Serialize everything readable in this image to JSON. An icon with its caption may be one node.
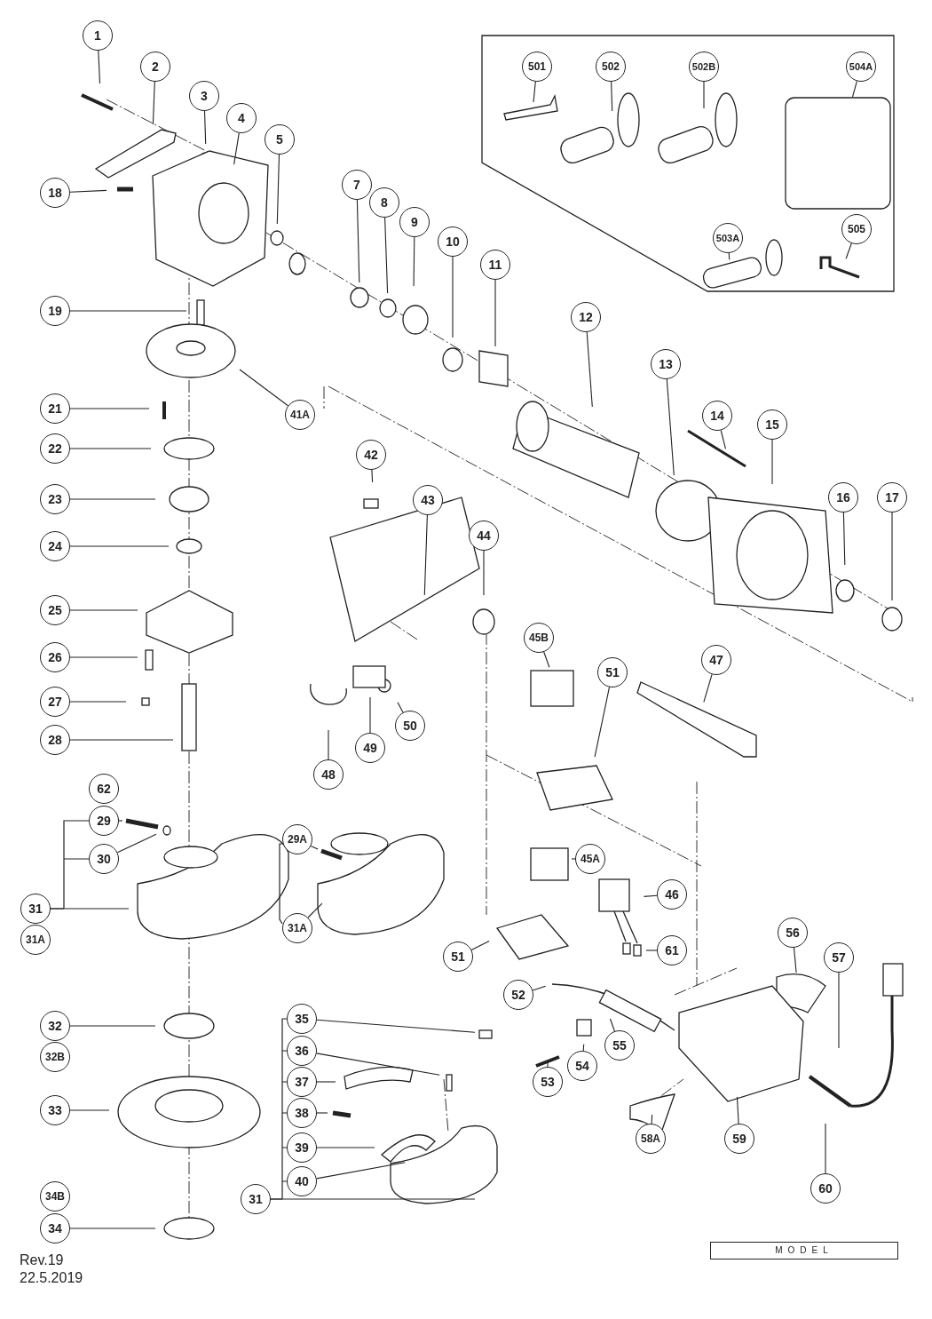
{
  "diagram": {
    "nodes": [
      {
        "text": [],
        "shape": "box"
      },
      {
        "text": [
          "1"
        ]
      },
      {
        "text": [
          "501"
        ],
        "in": 0
      },
      {
        "text": [
          "502"
        ],
        "in": 0
      },
      {
        "text": [
          "502B"
        ],
        "in": 0
      },
      {
        "text": [
          "504A"
        ],
        "in": 0
      },
      {
        "text": [
          "2"
        ]
      },
      {
        "text": [
          "3"
        ]
      },
      {
        "text": [
          "4"
        ]
      },
      {
        "text": [
          "5"
        ]
      },
      {
        "text": [
          "7"
        ]
      },
      {
        "text": [
          "18"
        ]
      },
      {
        "text": [
          "503A"
        ],
        "in": 0
      },
      {
        "text": [
          "505"
        ],
        "in": 0
      },
      {
        "text": [
          "8"
        ]
      },
      {
        "text": [
          "9"
        ]
      },
      {
        "text": [
          "10"
        ]
      },
      {
        "text": [
          "11"
        ]
      },
      {
        "text": [
          "19"
        ]
      },
      {
        "text": [
          "12"
        ]
      },
      {
        "text": [
          "13"
        ]
      },
      {
        "text": [
          "21"
        ]
      },
      {
        "text": [
          "41A"
        ]
      },
      {
        "text": [
          "14"
        ]
      },
      {
        "text": [
          "15"
        ]
      },
      {
        "text": [
          "22"
        ]
      },
      {
        "text": [
          "42"
        ]
      },
      {
        "text": [
          "23"
        ]
      },
      {
        "text": [
          "16"
        ]
      },
      {
        "text": [
          "17"
        ]
      },
      {
        "text": [
          "43"
        ]
      },
      {
        "text": [
          "44"
        ]
      },
      {
        "text": [
          "24"
        ]
      },
      {
        "text": [
          "25"
        ]
      },
      {
        "text": [
          "45B"
        ]
      },
      {
        "text": [
          "26"
        ]
      },
      {
        "text": [
          "47"
        ]
      },
      {
        "text": [
          "51"
        ]
      },
      {
        "text": [
          "27"
        ]
      },
      {
        "text": [
          "50"
        ]
      },
      {
        "text": [
          "28"
        ]
      },
      {
        "text": [
          "49"
        ]
      },
      {
        "text": [
          "48"
        ]
      },
      {
        "text": [
          "62"
        ]
      },
      {
        "text": [
          "29"
        ]
      },
      {
        "text": [
          "29A"
        ]
      },
      {
        "text": [
          "30"
        ]
      },
      {
        "text": [
          "45A"
        ]
      },
      {
        "text": [
          "46"
        ]
      },
      {
        "text": [
          "31"
        ]
      },
      {
        "text": [
          "31A"
        ]
      },
      {
        "text": [
          "56"
        ]
      },
      {
        "text": [
          "31A"
        ]
      },
      {
        "text": [
          "61"
        ]
      },
      {
        "text": [
          "51"
        ]
      },
      {
        "text": [
          "57"
        ]
      },
      {
        "text": [
          "52"
        ]
      },
      {
        "text": [
          "35"
        ]
      },
      {
        "text": [
          "32"
        ]
      },
      {
        "text": [
          "55"
        ]
      },
      {
        "text": [
          "36"
        ]
      },
      {
        "text": [
          "32B"
        ]
      },
      {
        "text": [
          "54"
        ]
      },
      {
        "text": [
          "37"
        ]
      },
      {
        "text": [
          "53"
        ]
      },
      {
        "text": [
          "33"
        ]
      },
      {
        "text": [
          "38"
        ]
      },
      {
        "text": [
          "58A"
        ]
      },
      {
        "text": [
          "59"
        ]
      },
      {
        "text": [
          "39"
        ]
      },
      {
        "text": [
          "40"
        ]
      },
      {
        "text": [
          "60"
        ]
      },
      {
        "text": [
          "34B"
        ]
      },
      {
        "text": [
          "31"
        ]
      },
      {
        "text": [
          "34"
        ]
      },
      {
        "text": [
          "MODEL"
        ]
      }
    ],
    "edges": [
      {
        "from": 1,
        "to": null,
        "arrow": "none"
      },
      {
        "from": 2,
        "to": null,
        "arrow": "none"
      },
      {
        "from": 3,
        "to": null,
        "arrow": "none"
      },
      {
        "from": 4,
        "to": null,
        "arrow": "none"
      },
      {
        "from": 5,
        "to": null,
        "arrow": "none"
      },
      {
        "from": 6,
        "to": null,
        "arrow": "none"
      },
      {
        "from": 7,
        "to": null,
        "arrow": "none"
      },
      {
        "from": 8,
        "to": null,
        "arrow": "none"
      },
      {
        "from": 9,
        "to": null,
        "arrow": "none"
      },
      {
        "from": 10,
        "to": null,
        "arrow": "none"
      },
      {
        "from": 11,
        "to": null,
        "arrow": "none"
      },
      {
        "from": 12,
        "to": null,
        "arrow": "none"
      },
      {
        "from": 13,
        "to": null,
        "arrow": "none"
      },
      {
        "from": 14,
        "to": null,
        "arrow": "none"
      },
      {
        "from": 15,
        "to": null,
        "arrow": "none"
      },
      {
        "from": 16,
        "to": null,
        "arrow": "none"
      },
      {
        "from": 17,
        "to": null,
        "arrow": "none"
      },
      {
        "from": 18,
        "to": null,
        "arrow": "none"
      },
      {
        "from": 19,
        "to": null,
        "arrow": "none"
      },
      {
        "from": 20,
        "to": null,
        "arrow": "none"
      },
      {
        "from": 21,
        "to": null,
        "arrow": "none"
      },
      {
        "from": 22,
        "to": null,
        "arrow": "none"
      },
      {
        "from": 23,
        "to": null,
        "arrow": "none"
      },
      {
        "from": 24,
        "to": null,
        "arrow": "none"
      },
      {
        "from": 25,
        "to": null,
        "arrow": "none"
      },
      {
        "from": 26,
        "to": null,
        "arrow": "none"
      },
      {
        "from": 27,
        "to": null,
        "arrow": "none"
      },
      {
        "from": 28,
        "to": null,
        "arrow": "none"
      },
      {
        "from": 29,
        "to": null,
        "arrow": "none"
      },
      {
        "from": 30,
        "to": null,
        "arrow": "none"
      },
      {
        "from": 31,
        "to": null,
        "arrow": "none"
      },
      {
        "from": 32,
        "to": null,
        "arrow": "none"
      },
      {
        "from": 33,
        "to": null,
        "arrow": "none"
      },
      {
        "from": 34,
        "to": null,
        "arrow": "none"
      },
      {
        "from": 35,
        "to": null,
        "arrow": "none"
      },
      {
        "from": 36,
        "to": null,
        "arrow": "none"
      },
      {
        "from": 37,
        "to": null,
        "arrow": "none"
      },
      {
        "from": 38,
        "to": null,
        "arrow": "none"
      },
      {
        "from": 39,
        "to": null,
        "arrow": "none"
      },
      {
        "from": 40,
        "to": null,
        "arrow": "none"
      },
      {
        "from": 41,
        "to": null,
        "arrow": "none"
      },
      {
        "from": 42,
        "to": null,
        "arrow": "none"
      },
      {
        "from": 44,
        "to": null,
        "arrow": "none"
      },
      {
        "from": 45,
        "to": null,
        "arrow": "none"
      },
      {
        "from": 46,
        "to": null,
        "arrow": "none"
      },
      {
        "from": 47,
        "to": null,
        "arrow": "none"
      },
      {
        "from": 48,
        "to": null,
        "arrow": "none"
      },
      {
        "from": 49,
        "to": null,
        "arrow": "none"
      },
      {
        "from": 50,
        "to": null,
        "arrow": "none"
      },
      {
        "from": 51,
        "to": null,
        "arrow": "none"
      },
      {
        "from": 53,
        "to": null,
        "arrow": "none"
      },
      {
        "from": 54,
        "to": null,
        "arrow": "none"
      },
      {
        "from": 55,
        "to": null,
        "arrow": "none"
      },
      {
        "from": 56,
        "to": null,
        "arrow": "none"
      },
      {
        "from": 57,
        "to": null,
        "arrow": "none"
      },
      {
        "from": 58,
        "to": null,
        "arrow": "none"
      },
      {
        "from": 59,
        "to": null,
        "arrow": "none"
      },
      {
        "from": 60,
        "to": null,
        "arrow": "none"
      },
      {
        "from": 62,
        "to": null,
        "arrow": "none"
      },
      {
        "from": 63,
        "to": null,
        "arrow": "none"
      },
      {
        "from": 64,
        "to": null,
        "arrow": "none"
      },
      {
        "from": 65,
        "to": null,
        "arrow": "none"
      },
      {
        "from": 66,
        "to": null,
        "arrow": "none"
      },
      {
        "from": 67,
        "to": null,
        "arrow": "none"
      },
      {
        "from": 68,
        "to": null,
        "arrow": "none"
      },
      {
        "from": 69,
        "to": null,
        "arrow": "none"
      },
      {
        "from": 70,
        "to": null,
        "arrow": "none"
      },
      {
        "from": 71,
        "to": null,
        "arrow": "none"
      },
      {
        "from": 73,
        "to": null,
        "arrow": "none"
      },
      {
        "from": 74,
        "to": null,
        "arrow": "none"
      }
    ],
    "labels": [
      "Rev.19",
      "22.5.2019"
    ]
  }
}
